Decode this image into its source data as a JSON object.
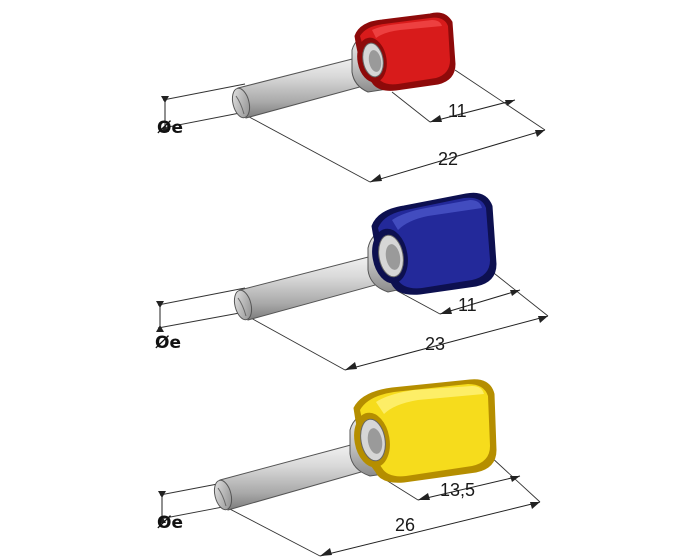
{
  "diameter_symbol": "Øe",
  "terminals": [
    {
      "insulation_color": "red",
      "colors": {
        "light": "#f24a4a",
        "base": "#d81b1b",
        "dark": "#8e0a0a"
      },
      "dim_insulation": "11",
      "dim_total": "22"
    },
    {
      "insulation_color": "blue",
      "colors": {
        "light": "#4a55c8",
        "base": "#23299a",
        "dark": "#0d1050"
      },
      "dim_insulation": "11",
      "dim_total": "23"
    },
    {
      "insulation_color": "yellow",
      "colors": {
        "light": "#fff37a",
        "base": "#f6dc1c",
        "dark": "#b58e00"
      },
      "dim_insulation": "13,5",
      "dim_total": "26"
    }
  ]
}
